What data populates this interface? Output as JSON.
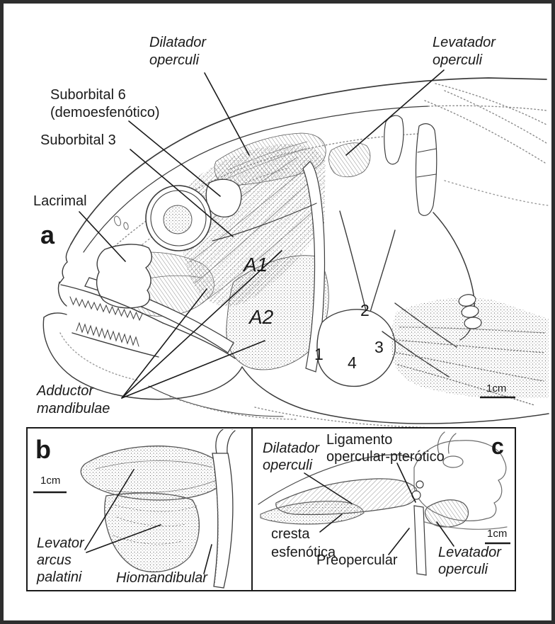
{
  "figure": {
    "background": "#ffffff",
    "ink": "#1a1a1a",
    "frame_color": "#2e2e2e"
  },
  "panel_a": {
    "letter": "a",
    "scale": "1cm",
    "labels": {
      "dilatador_operculi": "Dilatador\noperculi",
      "levatador_operculi": "Levatador\noperculi",
      "suborbital_6": "Suborbital 6\n(demoesfenótico)",
      "suborbital_3": "Suborbital 3",
      "lacrimal": "Lacrimal",
      "adductor_mandibulae": "Adductor\nmandibulae"
    },
    "codes": {
      "a1": "A1",
      "a2": "A2"
    },
    "numbers": {
      "n1": "1",
      "n2": "2",
      "n3": "3",
      "n4": "4"
    }
  },
  "panel_b": {
    "letter": "b",
    "scale": "1cm",
    "labels": {
      "levator_arcus_palatini": "Levator\narcus\npalatini",
      "hiomandibular": "Hiomandibular"
    }
  },
  "panel_c": {
    "letter": "c",
    "scale": "1cm",
    "labels": {
      "dilatador_operculi": "Dilatador\noperculi",
      "ligamento_opercular_pterotico": "Ligamento\nopercular-pterótico",
      "cresta_esfenotica": "cresta\nesfenótica",
      "preopercular": "Preopercular",
      "levatador_operculi": "Levatador\noperculi"
    }
  }
}
